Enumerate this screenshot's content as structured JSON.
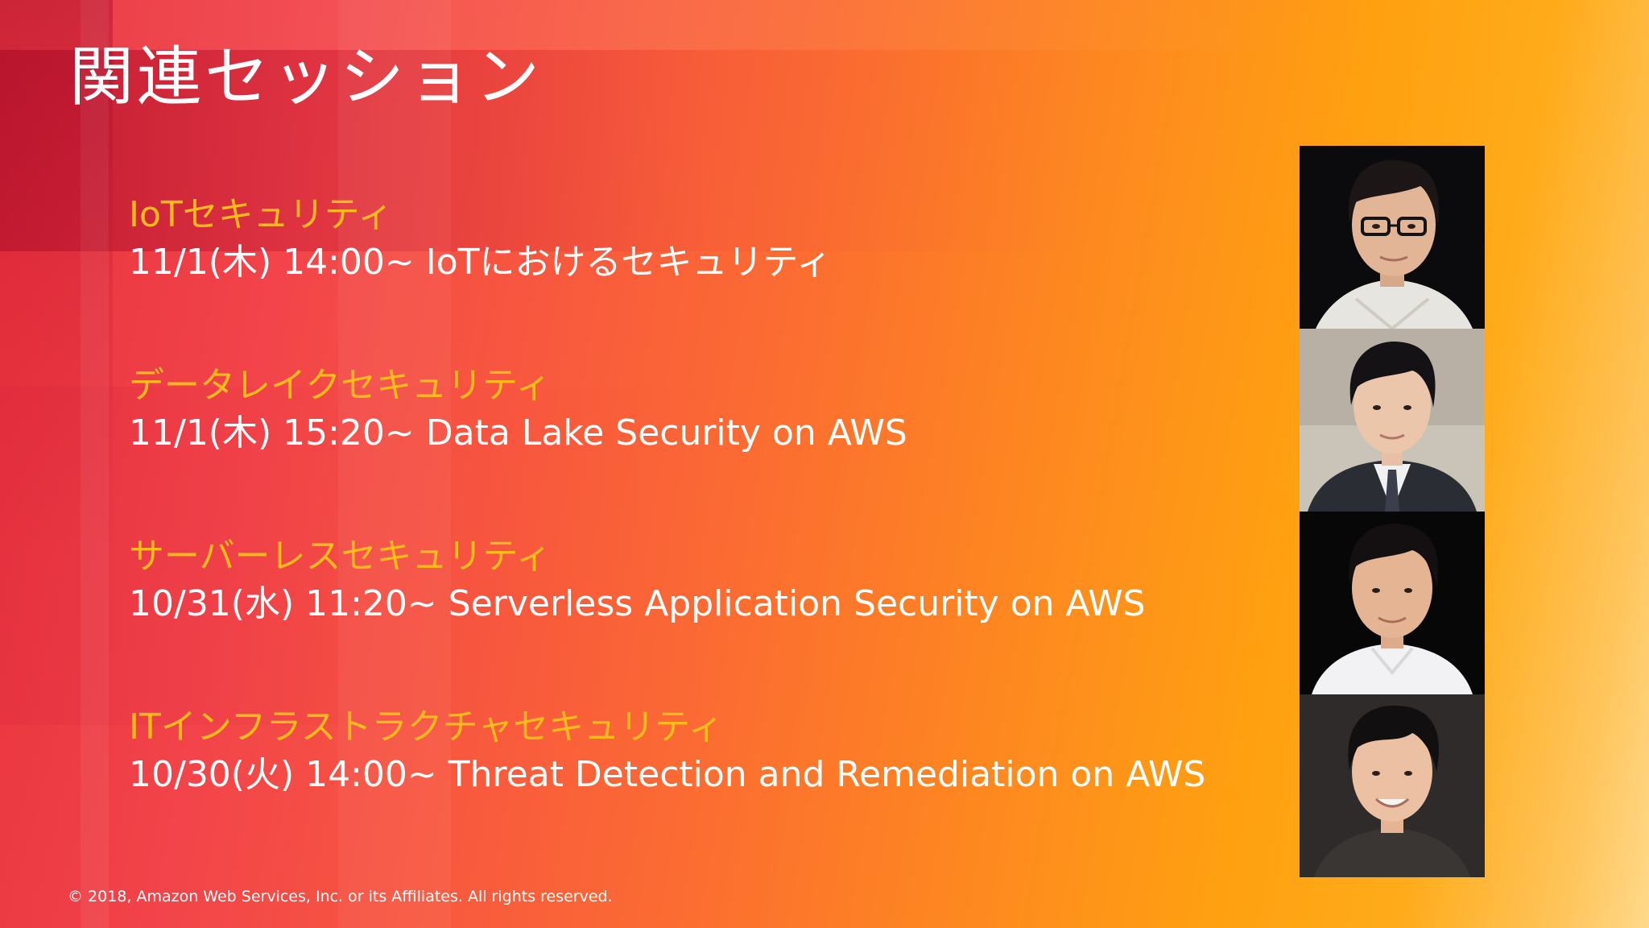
{
  "slide": {
    "title": "関連セッション",
    "sessions": [
      {
        "category": "IoTセキュリティ",
        "detail": "11/1(木) 14:00~ IoTにおけるセキュリティ"
      },
      {
        "category": "データレイクセキュリティ",
        "detail": "11/1(木) 15:20~ Data Lake Security on AWS"
      },
      {
        "category": "サーバーレスセキュリティ",
        "detail": "10/31(水) 11:20~ Serverless Application Security on AWS"
      },
      {
        "category": "ITインフラストラクチャセキュリティ",
        "detail": "10/30(火) 14:00~ Threat Detection and Remediation on AWS"
      }
    ],
    "photos": [
      {
        "icon": "speaker-photo-glasses"
      },
      {
        "icon": "speaker-photo-suit"
      },
      {
        "icon": "speaker-photo-white-shirt"
      },
      {
        "icon": "speaker-photo-smiling"
      }
    ],
    "copyright": "© 2018, Amazon Web Services, Inc. or its Affiliates. All rights reserved.",
    "colors": {
      "title": "#ffffff",
      "category": "#ffbb1c",
      "detail": "#ffffff",
      "gradient_start": "#e8323c",
      "gradient_end": "#ffd98a"
    }
  }
}
